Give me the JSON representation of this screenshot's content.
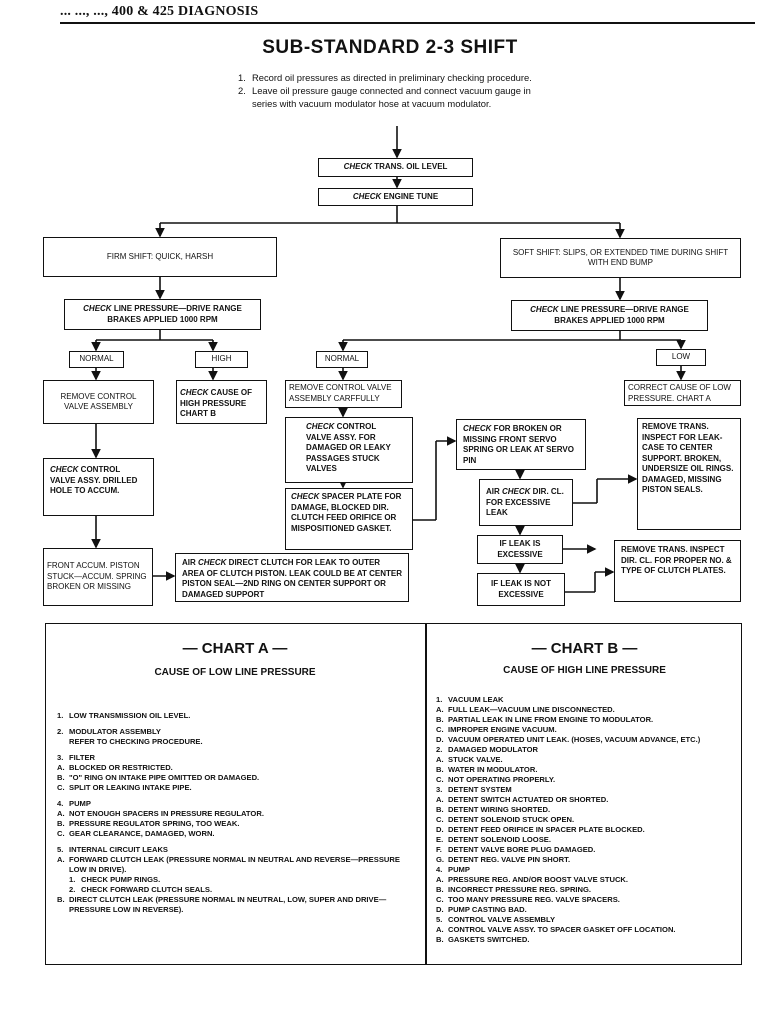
{
  "header": {
    "text": "... ..., ..., 400 & 425 DIAGNOSIS"
  },
  "title": "SUB-STANDARD 2-3 SHIFT",
  "instructions": [
    {
      "num": "1.",
      "text": "Record oil pressures as directed in preliminary checking procedure."
    },
    {
      "num": "2.",
      "text": "Leave oil pressure gauge connected and connect vacuum gauge in series with vacuum modulator hose at vacuum modulator."
    }
  ],
  "flow": {
    "check_oil": {
      "check": "CHECK",
      "rest": " TRANS. OIL LEVEL"
    },
    "check_tune": {
      "check": "CHECK",
      "rest": " ENGINE TUNE"
    },
    "firm_shift": "FIRM SHIFT: QUICK, HARSH",
    "soft_shift": "SOFT SHIFT: SLIPS, OR EXTENDED TIME DURING SHIFT WITH END BUMP",
    "line_left": {
      "check": "CHECK",
      "rest": " LINE PRESSURE—DRIVE RANGE BRAKES APPLIED 1000 RPM"
    },
    "line_right": {
      "check": "CHECK",
      "rest": " LINE PRESSURE—DRIVE RANGE BRAKES APPLIED 1000 RPM"
    },
    "normal_left": "NORMAL",
    "high": "HIGH",
    "normal_right": "NORMAL",
    "low": "LOW",
    "remove_cv": "REMOVE CONTROL VALVE ASSEMBLY",
    "check_high": {
      "check": "CHECK",
      "rest": " CAUSE OF HIGH PRESSURE CHART B"
    },
    "remove_cv_care": "REMOVE CONTROL VALVE ASSEMBLY CARFFULLY",
    "correct_low": "CORRECT CAUSE OF LOW PRESSURE. CHART A",
    "check_cv_drill": {
      "check": "CHECK",
      "rest": " CONTROL VALVE ASSY. DRILLED HOLE TO ACCUM."
    },
    "check_cv_damage": {
      "check": "CHECK",
      "rest": " CONTROL VALVE ASSY. FOR DAMAGED OR LEAKY PASSAGES STUCK VALVES"
    },
    "check_spacer": {
      "check": "CHECK",
      "rest": " SPACER PLATE FOR DAMAGE, BLOCKED DIR. CLUTCH FEED ORIFICE OR MISPOSITIONED GASKET."
    },
    "check_servo": {
      "check": "CHECK",
      "rest": " FOR BROKEN OR MISSING FRONT SERVO SPRING OR LEAK AT SERVO PIN"
    },
    "air_check": {
      "pre": "AIR ",
      "check": "CHECK",
      "rest": " DIR. CL. FOR EXCESSIVE LEAK"
    },
    "remove_trans_1": "REMOVE TRANS. INSPECT FOR LEAK-CASE TO CENTER SUPPORT. BROKEN, UNDERSIZE OIL RINGS. DAMAGED, MISSING PISTON SEALS.",
    "front_accum": "FRONT ACCUM. PISTON STUCK—ACCUM. SPRING BROKEN OR MISSING",
    "air_check_direct": {
      "pre": "AIR ",
      "check": "CHECK",
      "rest": " DIRECT CLUTCH FOR LEAK TO OUTER AREA OF CLUTCH PISTON. LEAK COULD BE AT CENTER PISTON SEAL—2ND RING ON CENTER SUPPORT OR DAMAGED SUPPORT"
    },
    "if_leak_exc": "IF LEAK IS EXCESSIVE",
    "if_leak_not": "IF LEAK IS NOT EXCESSIVE",
    "remove_trans_2": "REMOVE TRANS. INSPECT DIR. CL. FOR PROPER NO. & TYPE OF CLUTCH PLATES."
  },
  "chart_a": {
    "title": "— CHART A —",
    "subtitle": "CAUSE OF LOW LINE PRESSURE",
    "items": [
      {
        "n": "1.",
        "t": "LOW TRANSMISSION OIL LEVEL."
      },
      {
        "n": "2.",
        "t": "MODULATOR ASSEMBLY",
        "lines": [
          "REFER TO CHECKING PROCEDURE."
        ]
      },
      {
        "n": "3.",
        "t": "FILTER",
        "subs": [
          {
            "n": "A.",
            "t": "BLOCKED OR RESTRICTED."
          },
          {
            "n": "B.",
            "t": "\"O\" RING ON INTAKE PIPE OMITTED OR DAMAGED."
          },
          {
            "n": "C.",
            "t": "SPLIT OR LEAKING INTAKE PIPE."
          }
        ]
      },
      {
        "n": "4.",
        "t": "PUMP",
        "subs": [
          {
            "n": "A.",
            "t": "NOT ENOUGH SPACERS IN PRESSURE REGULATOR."
          },
          {
            "n": "B.",
            "t": "PRESSURE REGULATOR SPRING, TOO WEAK."
          },
          {
            "n": "C.",
            "t": "GEAR CLEARANCE, DAMAGED, WORN."
          }
        ]
      },
      {
        "n": "5.",
        "t": "INTERNAL CIRCUIT LEAKS",
        "subs": [
          {
            "n": "A.",
            "t": "FORWARD CLUTCH LEAK (PRESSURE NORMAL IN NEUTRAL AND REVERSE—PRESSURE LOW IN DRIVE).",
            "subsubs": [
              {
                "n": "1.",
                "t": "CHECK PUMP RINGS."
              },
              {
                "n": "2.",
                "t": "CHECK FORWARD CLUTCH SEALS."
              }
            ]
          },
          {
            "n": "B.",
            "t": "DIRECT CLUTCH LEAK (PRESSURE NORMAL IN NEUTRAL, LOW, SUPER AND DRIVE—PRESSURE LOW IN REVERSE)."
          }
        ]
      }
    ]
  },
  "chart_b": {
    "title": "— CHART B —",
    "subtitle": "CAUSE OF HIGH LINE PRESSURE",
    "items": [
      {
        "n": "1.",
        "t": "VACUUM LEAK",
        "subs": [
          {
            "n": "A.",
            "t": "FULL LEAK—VACUUM LINE DISCONNECTED."
          },
          {
            "n": "B.",
            "t": "PARTIAL LEAK IN LINE FROM ENGINE TO MODULATOR."
          },
          {
            "n": "C.",
            "t": "IMPROPER ENGINE VACUUM."
          },
          {
            "n": "D.",
            "t": "VACUUM OPERATED UNIT LEAK. (HOSES, VACUUM ADVANCE, ETC.)"
          }
        ]
      },
      {
        "n": "2.",
        "t": "DAMAGED MODULATOR",
        "subs": [
          {
            "n": "A.",
            "t": "STUCK VALVE."
          },
          {
            "n": "B.",
            "t": "WATER IN MODULATOR."
          },
          {
            "n": "C.",
            "t": "NOT OPERATING PROPERLY."
          }
        ]
      },
      {
        "n": "3.",
        "t": "DETENT SYSTEM",
        "subs": [
          {
            "n": "A.",
            "t": "DETENT SWITCH ACTUATED OR SHORTED."
          },
          {
            "n": "B.",
            "t": "DETENT WIRING SHORTED."
          },
          {
            "n": "C.",
            "t": "DETENT SOLENOID STUCK OPEN."
          },
          {
            "n": "D.",
            "t": "DETENT FEED ORIFICE IN SPACER PLATE BLOCKED."
          },
          {
            "n": "E.",
            "t": "DETENT SOLENOID LOOSE."
          },
          {
            "n": "F.",
            "t": "DETENT VALVE BORE PLUG DAMAGED."
          },
          {
            "n": "G.",
            "t": "DETENT REG. VALVE PIN SHORT."
          }
        ]
      },
      {
        "n": "4.",
        "t": "PUMP",
        "subs": [
          {
            "n": "A.",
            "t": "PRESSURE REG. AND/OR BOOST VALVE STUCK."
          },
          {
            "n": "B.",
            "t": "INCORRECT PRESSURE REG. SPRING."
          },
          {
            "n": "C.",
            "t": "TOO MANY PRESSURE REG. VALVE SPACERS."
          },
          {
            "n": "D.",
            "t": "PUMP CASTING BAD."
          }
        ]
      },
      {
        "n": "5.",
        "t": "CONTROL VALVE ASSEMBLY",
        "subs": [
          {
            "n": "A.",
            "t": "CONTROL VALVE ASSY. TO SPACER GASKET OFF LOCATION."
          },
          {
            "n": "B.",
            "t": "GASKETS SWITCHED."
          }
        ]
      }
    ]
  }
}
